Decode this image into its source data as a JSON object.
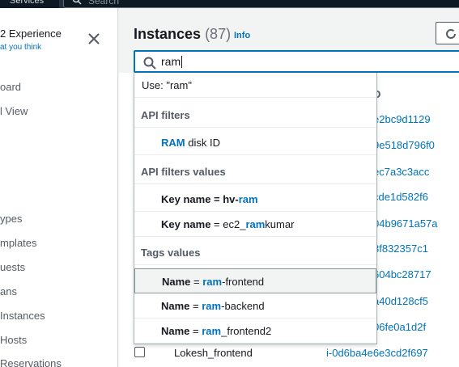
{
  "topbar": {
    "services_label": "Services",
    "search_placeholder": "Search"
  },
  "sidebar": {
    "experience_title": "2 Experience",
    "feedback_link": "at you think",
    "items": [
      {
        "label": "oard"
      },
      {
        "label": "l View"
      },
      {
        "label": "ypes"
      },
      {
        "label": "mplates"
      },
      {
        "label": "uests"
      },
      {
        "label": "ans"
      },
      {
        "label": "Instances"
      },
      {
        "label": " Hosts"
      },
      {
        "label": "Reservations"
      }
    ]
  },
  "main": {
    "title": "Instances",
    "count": "(87)",
    "info_label": "Info",
    "search_value": "ram",
    "id_column": "D",
    "instance_ids": [
      "e2bc9d1129",
      "9e518d796f0",
      "ec7a3c3acc",
      "cde1d582f6",
      "04b9671a57a",
      "3f832357c1",
      "604bc28717",
      "a40d128cf5",
      "06fe0a1d2f"
    ],
    "last_row": {
      "name": "Lokesh_frontend",
      "id": "i-0d6ba4e6e3cd2f697"
    }
  },
  "dropdown": {
    "use_label": "Use: \"ram\"",
    "groups": [
      {
        "title": "API filters",
        "options": [
          {
            "pre": "",
            "key": "",
            "hl": "RAM",
            "post": " disk ID"
          }
        ]
      },
      {
        "title": "API filters values",
        "options": [
          {
            "key": "Key name",
            "pre": " = hv-",
            "hl": "ram",
            "post": ""
          },
          {
            "key": "Key name",
            "pre": " = ec2_",
            "hl": "ram",
            "post": "kumar"
          }
        ]
      },
      {
        "title": "Tags values",
        "options": [
          {
            "key": "Name",
            "pre": " = ",
            "hl": "ram",
            "post": "-frontend"
          },
          {
            "key": "Name",
            "pre": " = ",
            "hl": "ram",
            "post": "-backend"
          },
          {
            "key": "Name",
            "pre": " = ",
            "hl": "ram",
            "post": "_frontend2"
          }
        ]
      }
    ]
  }
}
